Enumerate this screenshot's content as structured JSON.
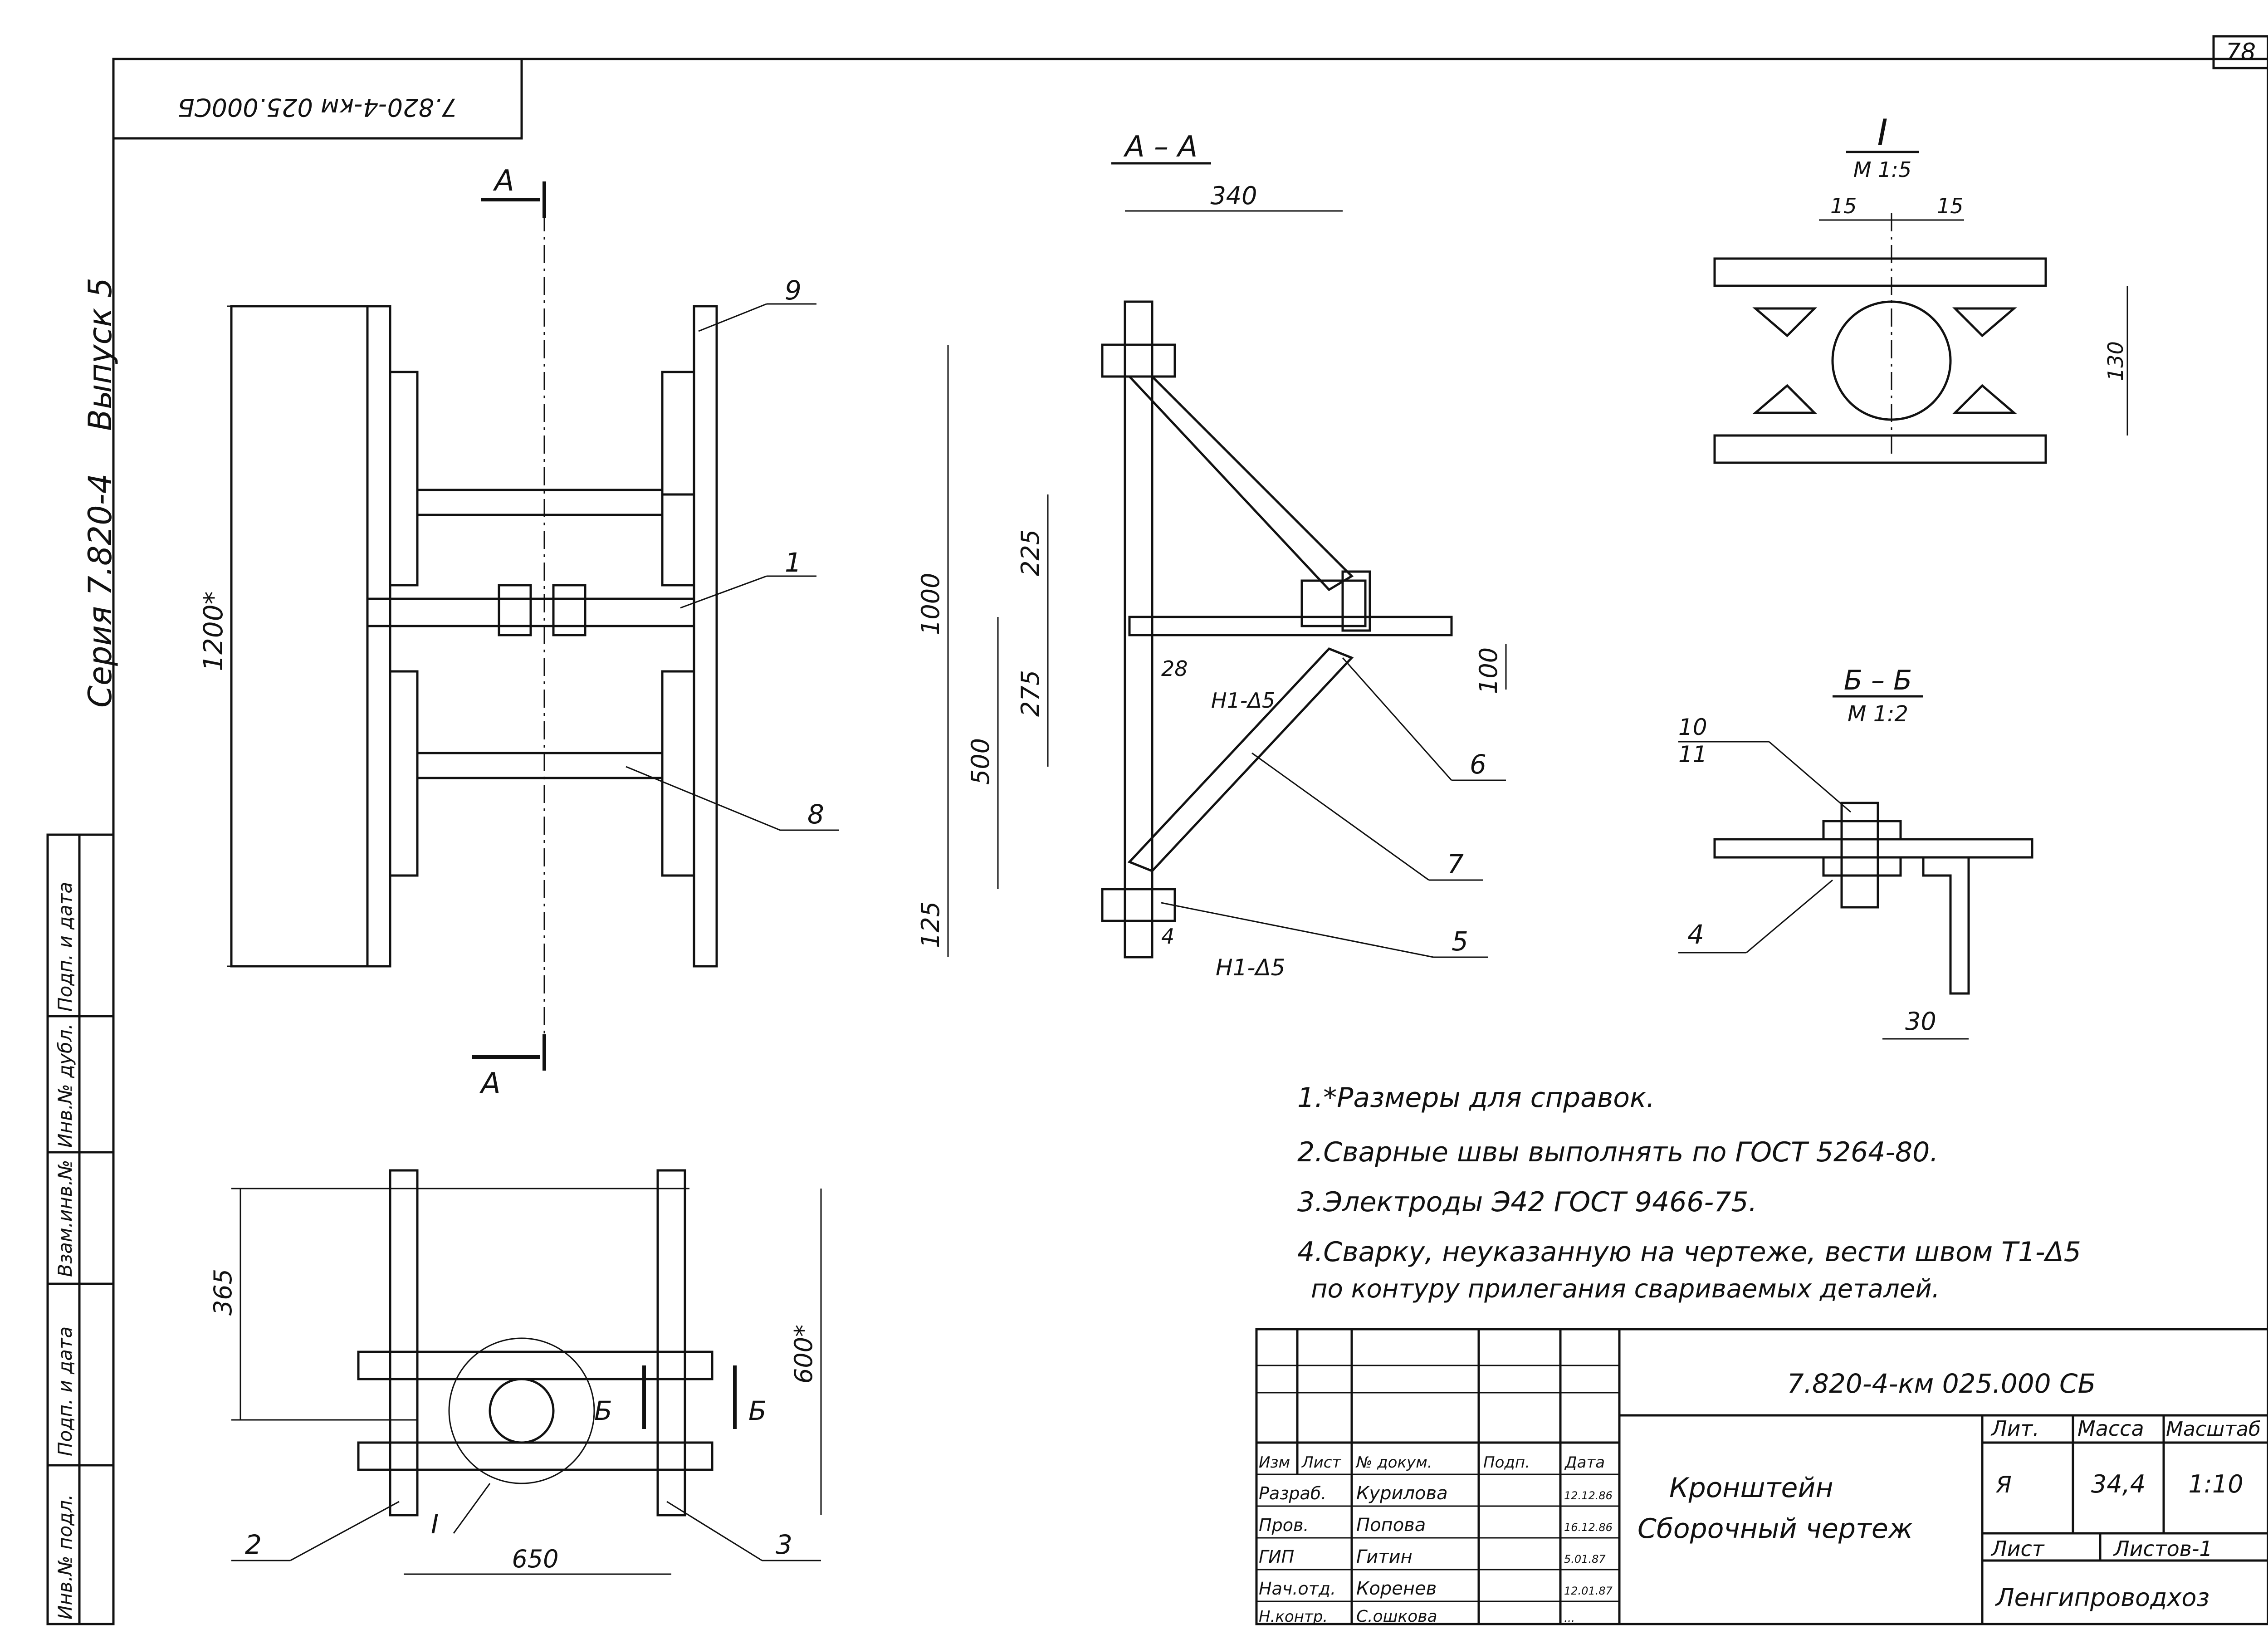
{
  "page_number": "78",
  "stamp_rotated": "7.820-4-км 025.000СБ",
  "series": "Серия 7.820-4",
  "issue": "Выпуск 5",
  "side_stamp": [
    "Инв.№ подл.",
    "Подп. и дата",
    "Взам.инв.№",
    "Инв.№ дубл.",
    "Подп. и дата"
  ],
  "plan_view": {
    "section_letter_top": "А",
    "section_letter_bottom": "А",
    "dim_height": "1200*",
    "callouts": [
      "9",
      "1",
      "8"
    ]
  },
  "section_aa": {
    "title": "А – А",
    "dims": [
      "340",
      "1000",
      "225",
      "275",
      "500",
      "125",
      "100",
      "28",
      "4"
    ],
    "weld_labels": [
      "Н1-Δ5",
      "Н1-Δ5"
    ],
    "callouts": [
      "6",
      "7",
      "5"
    ]
  },
  "detail_i": {
    "title": "I",
    "scale": "М 1:5",
    "dims": [
      "15",
      "15",
      "130"
    ]
  },
  "section_bb": {
    "title": "Б – Б",
    "scale": "М 1:2",
    "callouts": [
      "10",
      "11",
      "4"
    ],
    "dim": "30"
  },
  "bottom_view": {
    "dims": [
      "365",
      "600*",
      "650"
    ],
    "callouts": [
      "2",
      "I",
      "3"
    ],
    "section_mark": "Б"
  },
  "notes": [
    "1.*Размеры для справок.",
    "2.Сварные швы выполнять по ГОСТ 5264-80.",
    "3.Электроды Э42 ГОСТ 9466-75.",
    "4.Сварку, неуказанную на чертеже, вести швом Т1-Δ5",
    "по контуру прилегания свариваемых деталей."
  ],
  "title_block": {
    "doc_code": "7.820-4-км 025.000 СБ",
    "headers": [
      "Изм",
      "Лист",
      "№ докум.",
      "Подп.",
      "Дата"
    ],
    "rows": [
      {
        "role": "Разраб.",
        "name": "Курилова",
        "date": "12.12.86"
      },
      {
        "role": "Пров.",
        "name": "Попова",
        "date": "16.12.86"
      },
      {
        "role": "ГИП",
        "name": "Гитин",
        "date": "5.01.87"
      },
      {
        "role": "Нач.отд.",
        "name": "Коренев",
        "date": "12.01.87"
      },
      {
        "role": "Н.контр.",
        "name": "С.ошкова",
        "date": "…"
      }
    ],
    "title_line1": "Кронштейн",
    "title_line2": "Сборочный чертеж",
    "lit_label": "Лит.",
    "mass_label": "Масса",
    "scale_label": "Масштаб",
    "lit_value": "Я",
    "mass_value": "34,4",
    "scale_value": "1:10",
    "sheet_label": "Лист",
    "sheets_label": "Листов-1",
    "org": "Ленгипроводхоз"
  }
}
